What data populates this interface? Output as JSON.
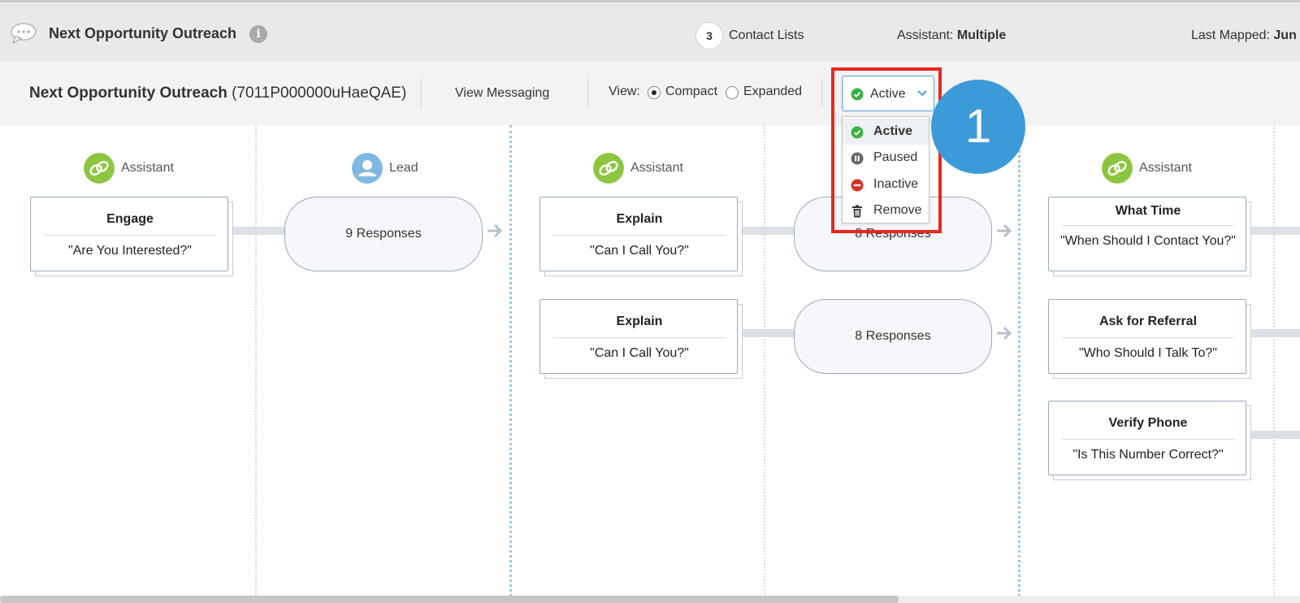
{
  "header": {
    "title": "Next Opportunity Outreach",
    "info_icon": "i",
    "contact_list_count": "3",
    "contact_lists_label": "Contact Lists",
    "assistant_label": "Assistant: ",
    "assistant_value": "Multiple",
    "last_mapped_label": "Last Mapped: ",
    "last_mapped_value": "Jun"
  },
  "subheader": {
    "campaign_name": "Next Opportunity Outreach",
    "campaign_id": " (7011P000000uHaeQAE)",
    "view_messaging": "View Messaging",
    "view_label": "View:",
    "view_options": [
      "Compact",
      "Expanded"
    ],
    "view_selected": "Compact",
    "status_selected": "Active"
  },
  "status_menu": {
    "items": [
      {
        "label": "Active",
        "icon": "check-circle-icon",
        "color": "#3cb043"
      },
      {
        "label": "Paused",
        "icon": "pause-circle-icon",
        "color": "#666666"
      },
      {
        "label": "Inactive",
        "icon": "minus-circle-icon",
        "color": "#d93025"
      },
      {
        "label": "Remove",
        "icon": "trash-icon",
        "color": "#333333"
      }
    ]
  },
  "step_marker": "1",
  "flow": {
    "roles": {
      "assistant": "Assistant",
      "lead": "Lead"
    },
    "cards": [
      {
        "title": "Engage",
        "text": "\"Are You Interested?\""
      },
      {
        "title": "Explain",
        "text": "\"Can I Call You?\""
      },
      {
        "title": "Explain",
        "text": "\"Can I Call You?\""
      },
      {
        "title": "What Time",
        "text": "\"When Should I Contact You?\""
      },
      {
        "title": "Ask for Referral",
        "text": "\"Who Should I Talk To?\""
      },
      {
        "title": "Verify Phone",
        "text": "\"Is This Number Correct?\""
      }
    ],
    "responses": [
      {
        "label": "9 Responses"
      },
      {
        "label": "8 Responses"
      },
      {
        "label": "8 Responses"
      }
    ]
  },
  "colors": {
    "accent_blue": "#3d9ad8",
    "highlight_red": "#e8281c",
    "assistant_green": "#8cc63f",
    "lead_blue": "#7fb8e0"
  }
}
